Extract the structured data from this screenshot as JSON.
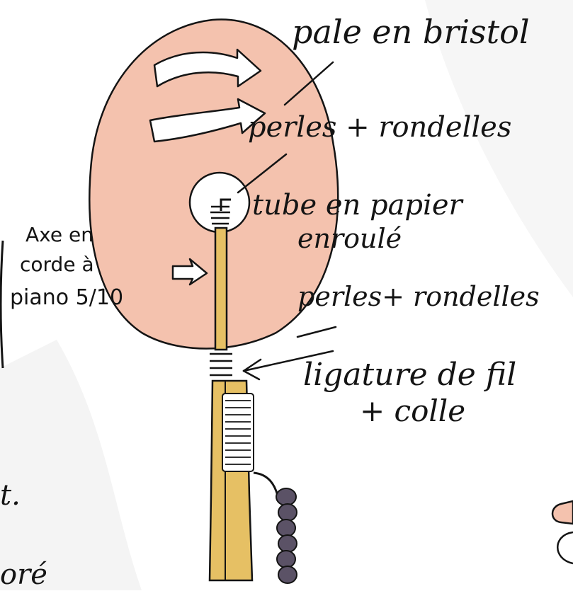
{
  "labels": {
    "blade": "pale en bristol",
    "beads_top": "perles + rondelles",
    "tube_line1": "tube en papier",
    "tube_line2": "enroulé",
    "axis_line1": "Axe en",
    "axis_line2": "corde à",
    "axis_line3": "piano 5/10",
    "beads_bottom": "perles+ rondelles",
    "binding_line1": "ligature de fil",
    "binding_line2": "+ colle",
    "fragment_left_1": "t.",
    "fragment_left_2": "oré"
  },
  "colors": {
    "blade": "#f4c2ae",
    "stick": "#e6c064",
    "ink": "#141414",
    "cord": "#5b5266",
    "background": "#ffffff"
  },
  "icons": {
    "arrows": [
      "curved-arrow-icon",
      "curved-arrow-icon",
      "small-arrow-icon",
      "pointer-arrow-icon"
    ]
  }
}
